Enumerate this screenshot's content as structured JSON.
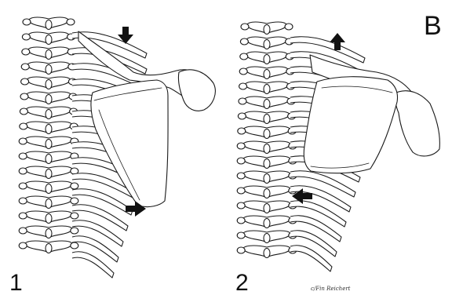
{
  "figure": {
    "panel_label": "B",
    "panels": [
      {
        "number": "1",
        "arrows": [
          "down",
          "right"
        ]
      },
      {
        "number": "2",
        "arrows": [
          "up",
          "left"
        ]
      }
    ],
    "signature": "c/Fin Reichert",
    "colors": {
      "line": "#1a1a1a",
      "background": "#ffffff"
    }
  }
}
